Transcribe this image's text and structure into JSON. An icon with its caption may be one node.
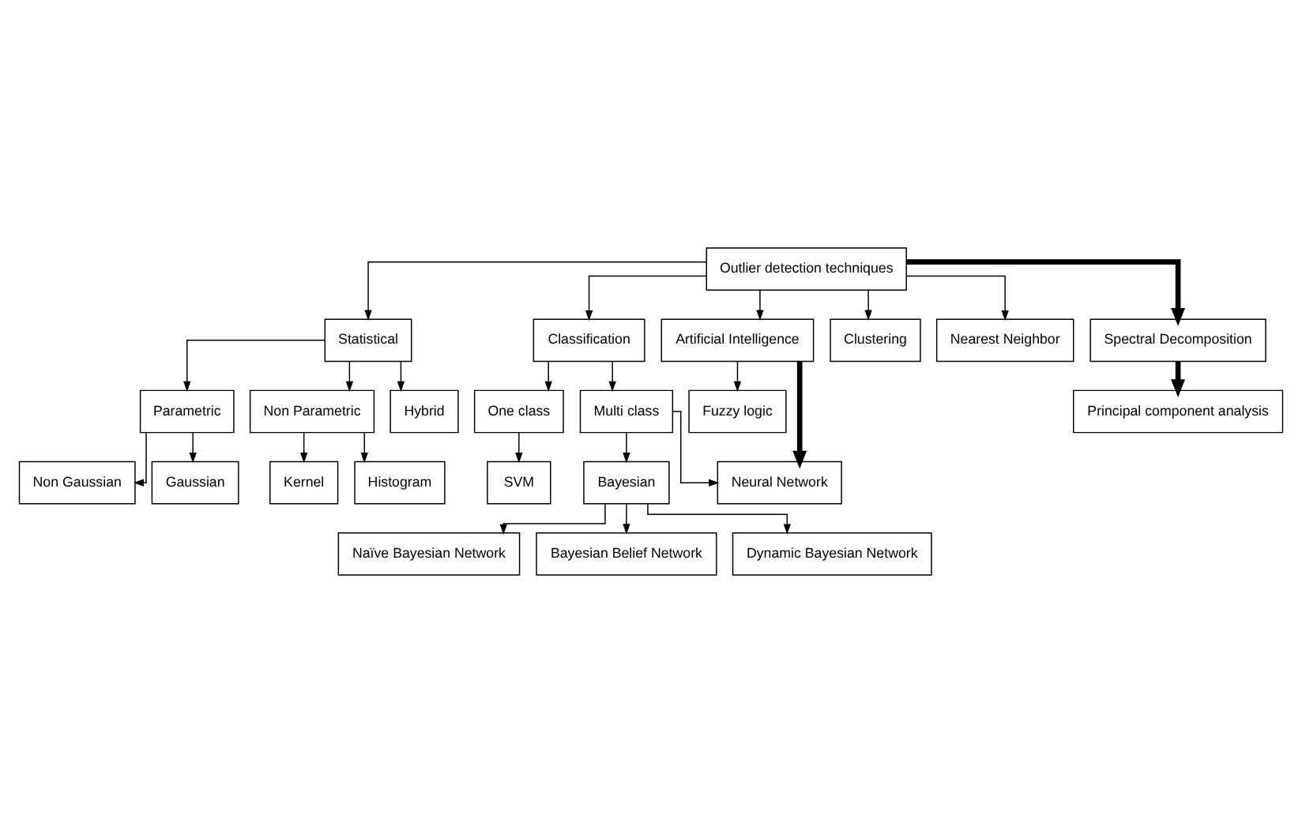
{
  "diagram": {
    "nodes": [
      {
        "text": [
          "Outlier detection techniques"
        ]
      },
      {
        "text": [
          "Statistical"
        ]
      },
      {
        "text": [
          "Classification"
        ]
      },
      {
        "text": [
          "Artificial Intelligence"
        ]
      },
      {
        "text": [
          "Clustering"
        ]
      },
      {
        "text": [
          "Nearest Neighbor"
        ]
      },
      {
        "text": [
          "Parametric"
        ]
      },
      {
        "text": [
          "One class"
        ]
      },
      {
        "text": [
          "Multi class"
        ]
      },
      {
        "text": [
          "Fuzzy logic"
        ]
      },
      {
        "text": [
          "Spectral Decomposition"
        ]
      },
      {
        "text": [
          "Non Gaussian"
        ]
      },
      {
        "text": [
          "SVM"
        ]
      },
      {
        "text": [
          "Bayesian"
        ]
      },
      {
        "text": [
          "Neural Network"
        ]
      },
      {
        "text": [
          "Gaussian"
        ]
      },
      {
        "text": [
          "Naïve Bayesian Network"
        ]
      },
      {
        "text": [
          "Principal component analysis"
        ]
      },
      {
        "text": [
          "Bayesian Belief Network"
        ]
      },
      {
        "text": [
          "Non Parametric"
        ]
      },
      {
        "text": [
          "Dynamic Bayesian Network"
        ]
      },
      {
        "text": [
          "Kernel"
        ]
      },
      {
        "text": [
          "Histogram"
        ]
      },
      {
        "text": [
          "Hybrid"
        ]
      }
    ],
    "edges": [
      {
        "from": 0,
        "to": 1,
        "arrow": "to"
      },
      {
        "from": 0,
        "to": 2,
        "arrow": "to"
      },
      {
        "from": 0,
        "to": 3,
        "arrow": "to"
      },
      {
        "from": 0,
        "to": 4,
        "arrow": "to"
      },
      {
        "from": 0,
        "to": 5,
        "arrow": "to"
      },
      {
        "from": 0,
        "to": 10,
        "arrow": "to",
        "style": "thick"
      },
      {
        "from": 1,
        "to": 6,
        "arrow": "to"
      },
      {
        "from": 1,
        "to": 19,
        "arrow": "to"
      },
      {
        "from": 1,
        "to": 23,
        "arrow": "to"
      },
      {
        "from": 6,
        "to": 11,
        "arrow": "to"
      },
      {
        "from": 6,
        "to": 15,
        "arrow": "to"
      },
      {
        "from": 19,
        "to": 21,
        "arrow": "to"
      },
      {
        "from": 19,
        "to": 22,
        "arrow": "to"
      },
      {
        "from": 2,
        "to": 7,
        "arrow": "to"
      },
      {
        "from": 2,
        "to": 8,
        "arrow": "to"
      },
      {
        "from": 7,
        "to": 12,
        "arrow": "to"
      },
      {
        "from": 3,
        "to": 9,
        "arrow": "to"
      },
      {
        "from": 3,
        "to": 14,
        "arrow": "to",
        "style": "thick"
      },
      {
        "from": 8,
        "to": 13,
        "arrow": "to"
      },
      {
        "from": 8,
        "to": 14,
        "arrow": "to"
      },
      {
        "from": 13,
        "to": 16,
        "arrow": "to"
      },
      {
        "from": 13,
        "to": 18,
        "arrow": "to"
      },
      {
        "from": 13,
        "to": 20,
        "arrow": "to"
      },
      {
        "from": 10,
        "to": 17,
        "arrow": "to",
        "style": "thick"
      }
    ]
  }
}
